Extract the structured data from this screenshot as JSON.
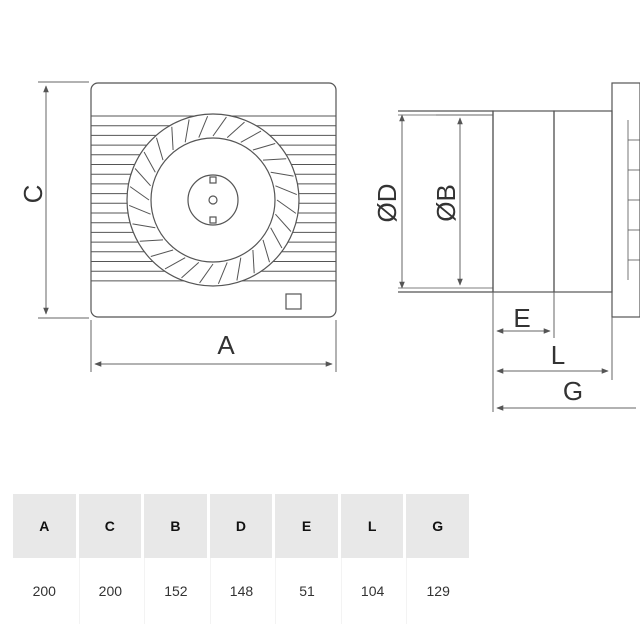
{
  "drawing": {
    "front_view": {
      "width_label": "A",
      "height_label": "C"
    },
    "side_view": {
      "diameter_outer_label": "ØD",
      "diameter_inner_label": "ØB",
      "depth_labels": [
        "E",
        "L",
        "G"
      ]
    }
  },
  "spec_table": {
    "headers": [
      "A",
      "C",
      "B",
      "D",
      "E",
      "L",
      "G"
    ],
    "values": [
      "200",
      "200",
      "152",
      "148",
      "51",
      "104",
      "129"
    ]
  }
}
